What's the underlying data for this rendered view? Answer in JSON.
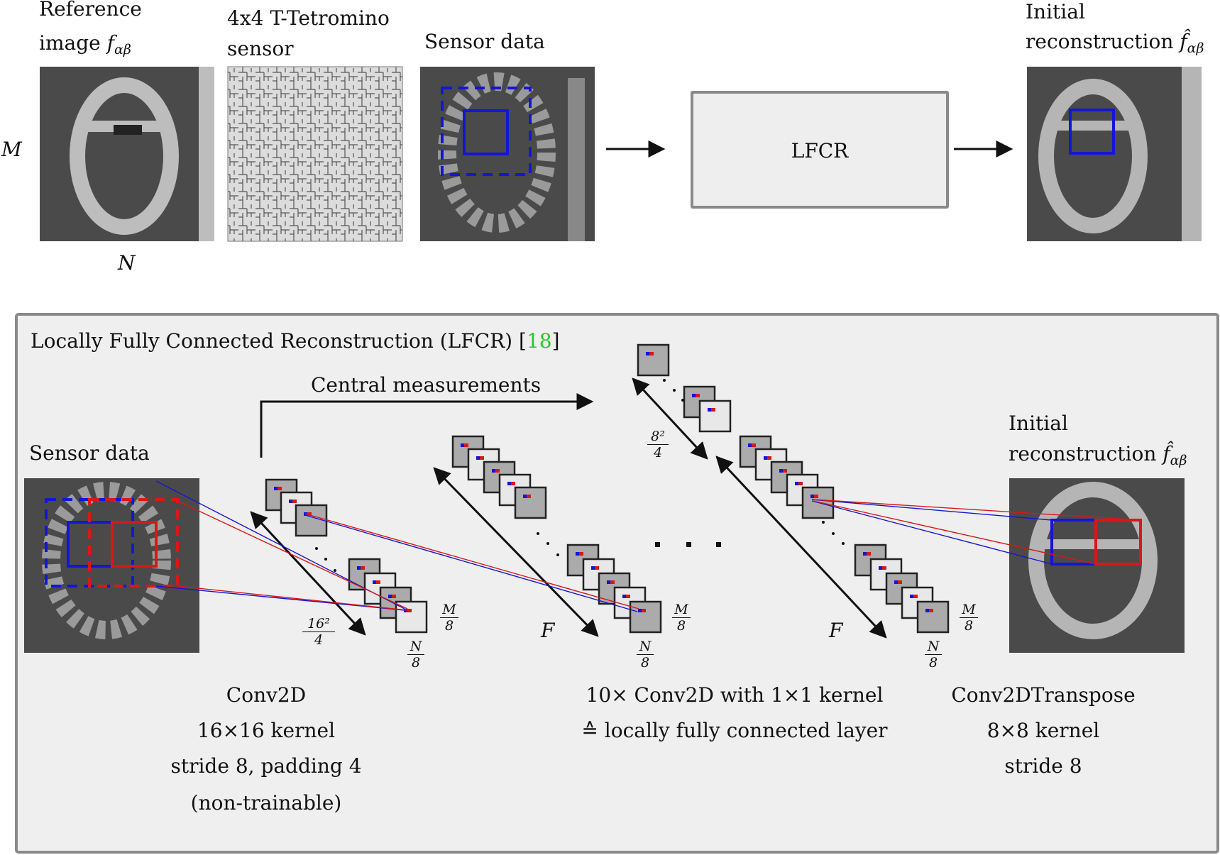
{
  "top": {
    "reference_label_line1": "Reference",
    "reference_label_line2": "image",
    "reference_symbol": "f",
    "reference_sub": "αβ",
    "sensor_pattern_line1": "4x4 T-Tetromino",
    "sensor_pattern_line2": "sensor",
    "sensor_data_label": "Sensor data",
    "lfcr_box_label": "LFCR",
    "recon_label_line1": "Initial",
    "recon_label_line2": "reconstruction",
    "recon_symbol": "f̂",
    "recon_sub": "αβ",
    "dim_m": "M",
    "dim_n": "N"
  },
  "bottom": {
    "title": "Locally Fully Connected Reconstruction (LFCR) [",
    "title_cite": "18",
    "title_close": "]",
    "central_measurements": "Central measurements",
    "sensor_data_label": "Sensor data",
    "recon_label_line1": "Initial",
    "recon_label_line2": "reconstruction",
    "recon_symbol": "f̂",
    "recon_sub": "αβ",
    "frac_16_num": "16²",
    "frac_16_den": "4",
    "frac_8_num": "8²",
    "frac_8_den": "4",
    "frac_m_num": "M",
    "frac_m_den": "8",
    "frac_n_num": "N",
    "frac_n_den": "8",
    "f_label": "F",
    "ellipsis": ". . .",
    "conv_caption": [
      "Conv2D",
      "16×16 kernel",
      "stride 8, padding 4",
      "(non-trainable)"
    ],
    "mid_caption": [
      "10× Conv2D with 1×1 kernel",
      "≙ locally fully connected layer"
    ],
    "trans_caption": [
      "Conv2DTranspose",
      "8×8 kernel",
      "stride 8"
    ]
  },
  "colors": {
    "blue": "#1515d6",
    "red": "#d81818",
    "box_border": "#8a8a8a",
    "panel_bg": "#efefef",
    "cite": "#22cc22"
  }
}
